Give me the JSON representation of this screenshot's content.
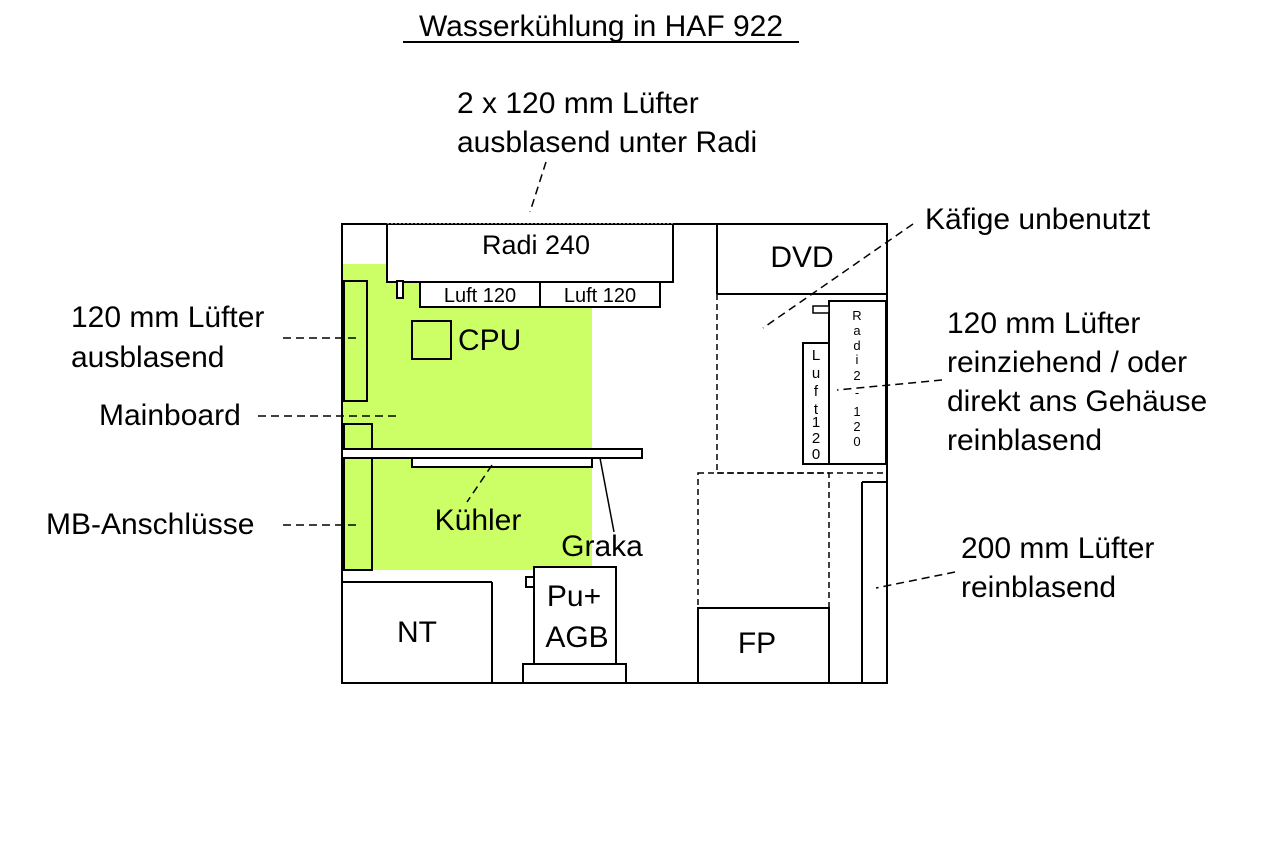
{
  "title": "Wasserkühlung in HAF 922",
  "colors": {
    "mainboard": "#ccff66",
    "line": "#000000",
    "background": "#ffffff"
  },
  "components": {
    "radi240": "Radi 240",
    "luft120_a": "Luft 120",
    "luft120_b": "Luft 120",
    "cpu": "CPU",
    "dvd": "DVD",
    "kuehler": "Kühler",
    "graka": "Graka",
    "pump_line1": "Pu+",
    "pump_line2": "AGB",
    "nt": "NT",
    "fp": "FP",
    "luft_vertical": [
      "L",
      "u",
      "f",
      "t",
      "1",
      "2",
      "0"
    ],
    "radi_vertical": [
      "R",
      "a",
      "d",
      "i",
      "2",
      "-",
      "1",
      "2",
      "0"
    ]
  },
  "annotations": {
    "top_fans": [
      "2 x 120 mm Lüfter",
      "ausblasend unter Radi"
    ],
    "cages": "Käfige unbenutzt",
    "rear_fan": [
      "120 mm Lüfter",
      "ausblasend"
    ],
    "mainboard": "Mainboard",
    "front_fan": [
      "120 mm Lüfter",
      "reinziehend / oder",
      "direkt ans Gehäuse",
      "reinblasend"
    ],
    "mb_ports": "MB-Anschlüsse",
    "big_fan": [
      "200 mm Lüfter",
      "reinblasend"
    ]
  }
}
